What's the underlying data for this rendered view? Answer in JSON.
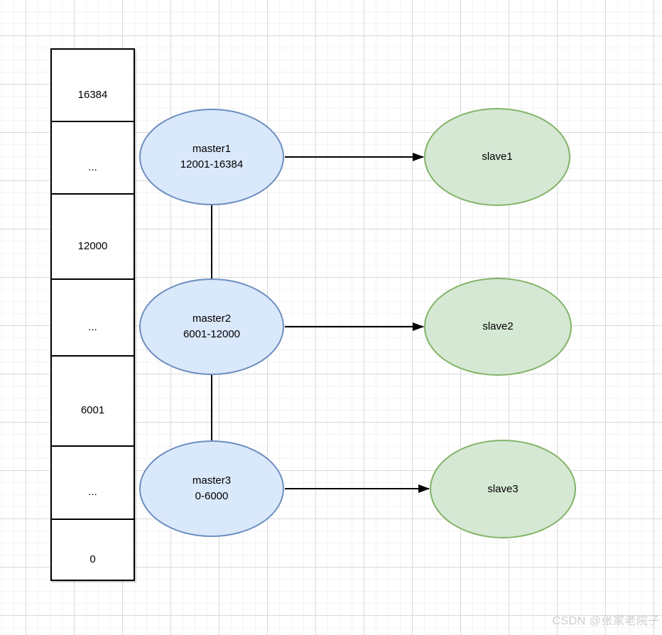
{
  "diagram": {
    "slot_column": {
      "cells": [
        {
          "label": "16384"
        },
        {
          "label": "..."
        },
        {
          "label": "12000"
        },
        {
          "label": "..."
        },
        {
          "label": "6001"
        },
        {
          "label": "..."
        },
        {
          "label": "0"
        }
      ]
    },
    "masters": [
      {
        "name": "master1",
        "slots": "12001-16384"
      },
      {
        "name": "master2",
        "slots": "6001-12000"
      },
      {
        "name": "master3",
        "slots": "0-6000"
      }
    ],
    "slaves": [
      {
        "name": "slave1"
      },
      {
        "name": "slave2"
      },
      {
        "name": "slave3"
      }
    ],
    "colors": {
      "master_fill": "#dae8fc",
      "master_stroke": "#6c8ebf",
      "slave_fill": "#d5e8d4",
      "slave_stroke": "#82b366",
      "line": "#000000"
    },
    "watermark": {
      "text": "CSDN @张家老院子"
    }
  }
}
